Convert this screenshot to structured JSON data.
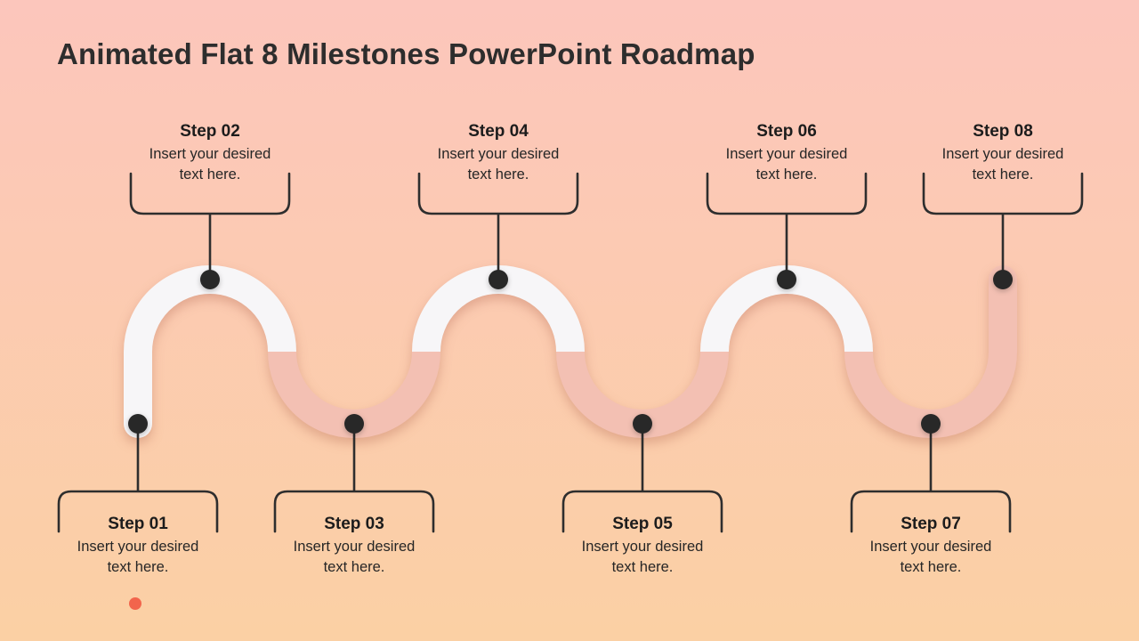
{
  "title": "Animated Flat 8 Milestones PowerPoint Roadmap",
  "steps": [
    {
      "label": "Step 01",
      "description": "Insert your desired text here.",
      "position": "bottom"
    },
    {
      "label": "Step 02",
      "description": "Insert your desired text here.",
      "position": "top"
    },
    {
      "label": "Step 03",
      "description": "Insert your desired text here.",
      "position": "bottom"
    },
    {
      "label": "Step 04",
      "description": "Insert your desired text here.",
      "position": "top"
    },
    {
      "label": "Step 05",
      "description": "Insert your desired text here.",
      "position": "bottom"
    },
    {
      "label": "Step 06",
      "description": "Insert your desired text here.",
      "position": "top"
    },
    {
      "label": "Step 07",
      "description": "Insert your desired text here.",
      "position": "bottom"
    },
    {
      "label": "Step 08",
      "description": "Insert your desired text here.",
      "position": "top"
    }
  ],
  "colors": {
    "background_top": "#fcc6bc",
    "background_bottom": "#fbd0a4",
    "track_white": "#f7f6f8",
    "track_pink": "#f3c0b3",
    "milestone_dot": "#282828",
    "connector_line": "#2e2e2e",
    "accent_dot": "#f2654c",
    "title_text": "#2d2d2d",
    "body_text": "#262626"
  }
}
